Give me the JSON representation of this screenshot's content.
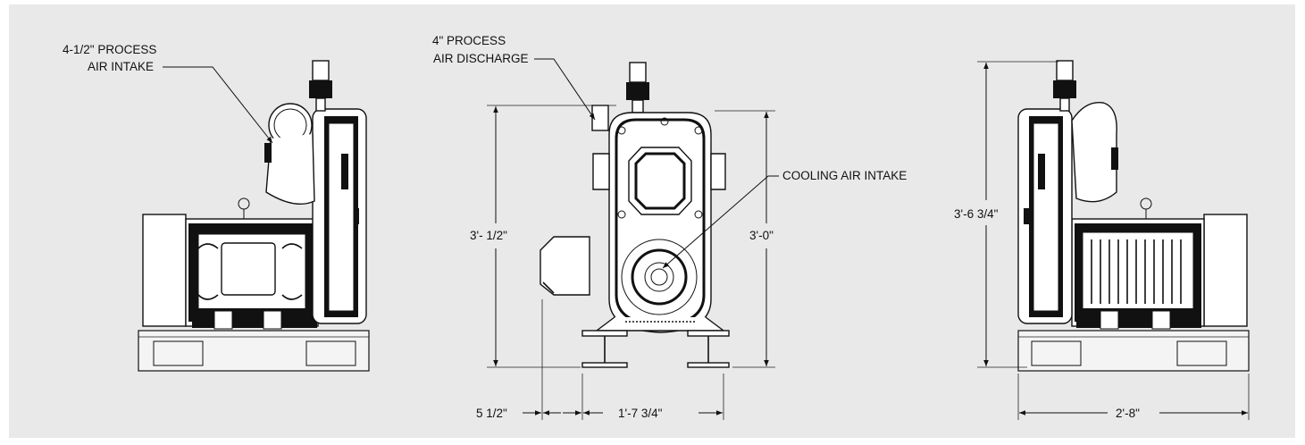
{
  "labels": {
    "process_intake_line1": "4-1/2\" PROCESS",
    "process_intake_line2": "AIR INTAKE",
    "process_discharge_line1": "4\" PROCESS",
    "process_discharge_line2": "AIR DISCHARGE",
    "cooling_intake": "COOLING AIR INTAKE"
  },
  "dimensions": {
    "front_height_left": "3'- 1/2\"",
    "front_height_right": "3'-0\"",
    "side_height": "3'-6 3/4\"",
    "front_offset": "5 1/2\"",
    "front_width": "1'-7 3/4\"",
    "side_width": "2'-8\""
  },
  "colors": {
    "background": "#e9e9e9",
    "line": "#111111"
  }
}
